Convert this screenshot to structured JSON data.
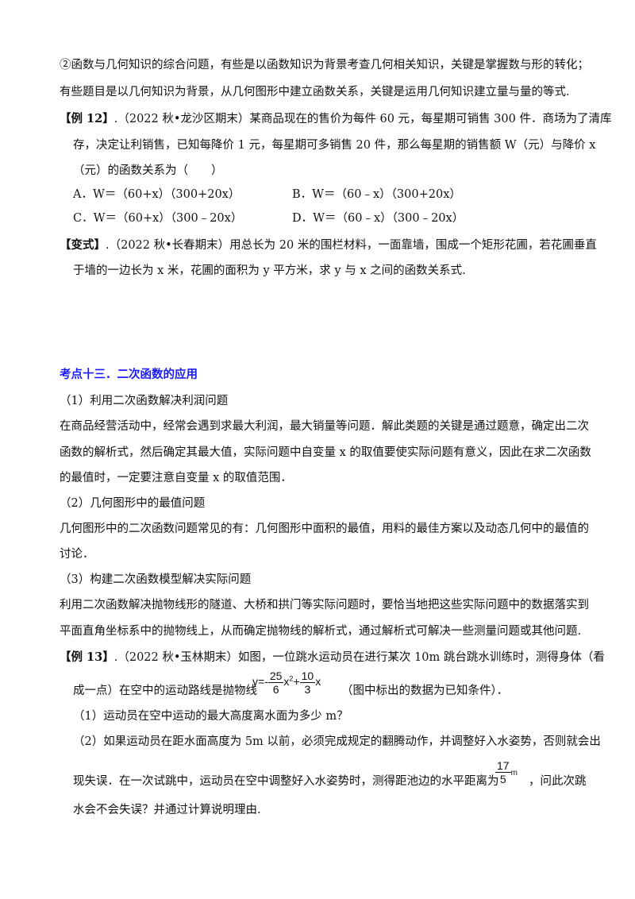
{
  "sec_intro": {
    "l1": "②函数与几何知识的综合问题，有些是以函数知识为背景考查几何相关知识，关键是掌握数与形的转化；",
    "l2": "有些题目是以几何知识为背景，从几何图形中建立函数关系，关键是运用几何知识建立量与量的等式."
  },
  "ex12": {
    "tag": "【例 12】",
    "l1": ".（2022 秋•龙沙区期末）某商品现在的售价为每件 60 元，每星期可销售 300 件．商场为了清库",
    "l2": "存，决定让利销售，已知每降价 1 元，每星期可多销售 20 件，那么每星期的销售额 W（元）与降价 x",
    "l3": "（元）的函数关系为（　　）",
    "optA": "A．W＝（60+x）（300+20x）",
    "optB": "B．W＝（60﹣x）（300+20x）",
    "optC": "C．W＝（60+x）（300﹣20x）",
    "optD": "D．W＝（60﹣x）（300﹣20x）"
  },
  "var": {
    "tag": "【变式】",
    "l1": ".（2022 秋•长春期末）用总长为 20 米的围栏材料，一面靠墙，围成一个矩形花圃，若花圃垂直",
    "l2": "于墙的一边长为 x 米，花圃的面积为 y 平方米，求 y 与 x 之间的函数关系式."
  },
  "kd13": {
    "title": "考点十三．二次函数的应用",
    "h1": "（1）利用二次函数解决利润问题",
    "p1a": "在商品经营活动中，经常会遇到求最大利润，最大销量等问题．解此类题的关键是通过题意，确定出二次",
    "p1b": "函数的解析式，然后确定其最大值，实际问题中自变量 x 的取值要使实际问题有意义，因此在求二次函数",
    "p1c": "的最值时，一定要注意自变量 x 的取值范围．",
    "h2": "（2）几何图形中的最值问题",
    "p2a": "几何图形中的二次函数问题常见的有：几何图形中面积的最值，用料的最佳方案以及动态几何中的最值的",
    "p2b": "讨论．",
    "h3": "（3）构建二次函数模型解决实际问题",
    "p3a": "利用二次函数解决抛物线形的隧道、大桥和拱门等实际问题时，要恰当地把这些实际问题中的数据落实到",
    "p3b": "平面直角坐标系中的抛物线上，从而确定抛物线的解析式，通过解析式可解决一些测量问题或其他问题."
  },
  "ex13": {
    "tag": "【例 13】",
    "l1": ".（2022 秋•玉林期末）如图，一位跳水运动员在进行某次 10m 跳台跳水训练时，测得身体（看",
    "l2a": "成一点）在空中的运动路线是抛物线",
    "f_y": "y=-",
    "f_n1": "25",
    "f_d1": "6",
    "f_x2": "x",
    "f_sq": "2",
    "f_plus": "+",
    "f_n2": "10",
    "f_d2": "3",
    "f_x": "x",
    "l2b": "（图中标出的数据为已知条件）．",
    "q1": "（1）运动员在空中运动的最大高度离水面为多少 m？",
    "q2": "（2）如果运动员在距水面高度为 5m 以前，必须完成规定的翻腾动作，并调整好入水姿势，否则就会出",
    "l3a": "现失误．在一次试跳中，运动员在空中调整好入水姿势时，测得距池边的水平距离为",
    "g_n": "17",
    "g_d": "5",
    "g_u": "m",
    "l3b": "，问此次跳",
    "l4": "水会不会失误？并通过计算说明理由."
  }
}
